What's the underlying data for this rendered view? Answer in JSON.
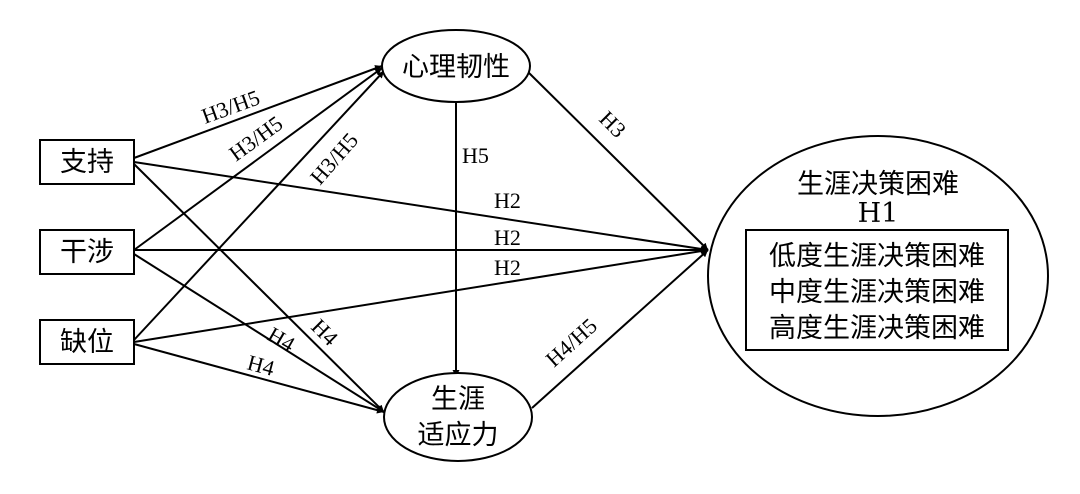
{
  "nodes": {
    "support": "支持",
    "interference": "干涉",
    "absence": "缺位",
    "resilience": "心理韧性",
    "adapt_line1": "生涯",
    "adapt_line2": "适应力",
    "outcome_title": "生涯决策困难",
    "outcome_h1": "H1",
    "outcome_levels": [
      "低度生涯决策困难",
      "中度生涯决策困难",
      "高度生涯决策困难"
    ]
  },
  "edge_labels": {
    "support_resilience": "H3/H5",
    "interference_resilience": "H3/H5",
    "absence_resilience": "H3/H5",
    "resilience_outcome": "H3",
    "resilience_adapt": "H5",
    "support_outcome": "H2",
    "interference_outcome": "H2",
    "absence_outcome": "H2",
    "support_adapt": "H4",
    "interference_adapt": "H4",
    "absence_adapt": "H4",
    "adapt_outcome": "H4/H5"
  }
}
